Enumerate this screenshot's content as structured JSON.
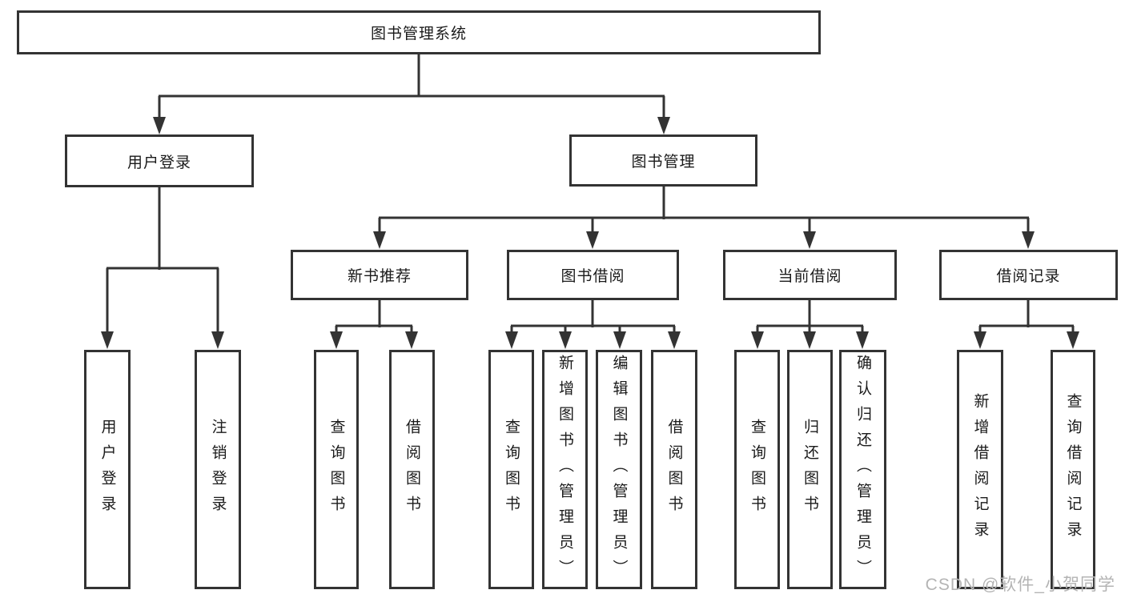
{
  "tree": {
    "root": {
      "label": "图书管理系统"
    },
    "level2": [
      {
        "label": "用户登录",
        "children": [
          {
            "label": "用户登录"
          },
          {
            "label": "注销登录"
          }
        ]
      },
      {
        "label": "图书管理",
        "children": [
          {
            "label": "新书推荐",
            "children": [
              {
                "label": "查询图书"
              },
              {
                "label": "借阅图书"
              }
            ]
          },
          {
            "label": "图书借阅",
            "children": [
              {
                "label": "查询图书"
              },
              {
                "label": "新增图书（管理员）"
              },
              {
                "label": "编辑图书（管理员）"
              },
              {
                "label": "借阅图书"
              }
            ]
          },
          {
            "label": "当前借阅",
            "children": [
              {
                "label": "查询图书"
              },
              {
                "label": "归还图书"
              },
              {
                "label": "确认归还（管理员）"
              }
            ]
          },
          {
            "label": "借阅记录",
            "children": [
              {
                "label": "新增借阅记录"
              },
              {
                "label": "查询借阅记录"
              }
            ]
          }
        ]
      }
    ]
  },
  "watermark": "CSDN @软件_小贺同学",
  "colors": {
    "line": "#333333",
    "text": "#1a1a1a",
    "watermark": "#b4b4b4",
    "background": "#ffffff"
  }
}
